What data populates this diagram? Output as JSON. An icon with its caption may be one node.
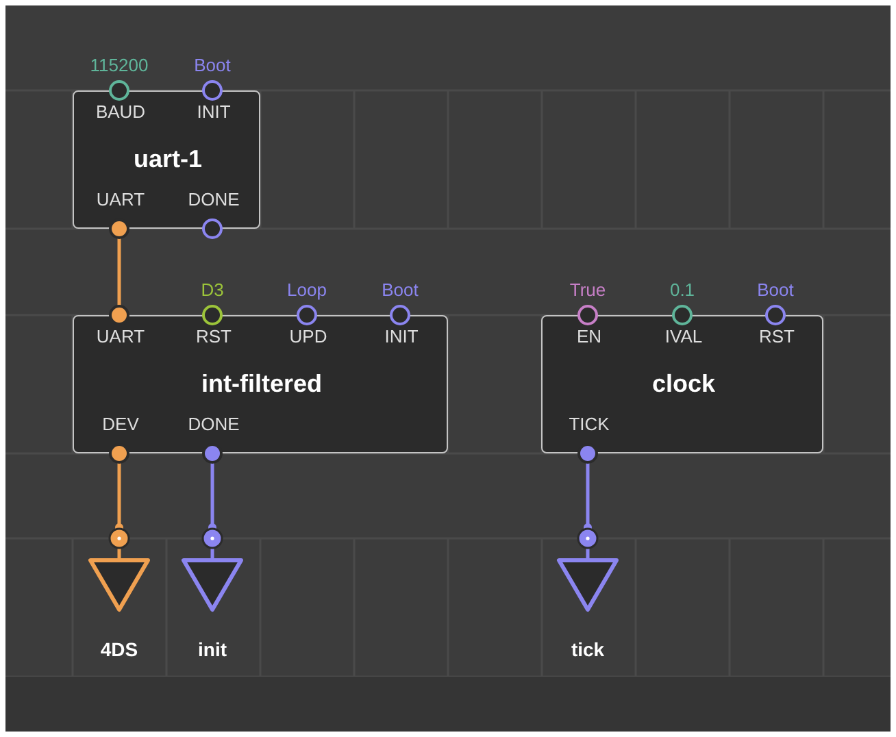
{
  "diagram": {
    "nodes": [
      {
        "text": [
          "BAUD",
          "INIT",
          "uart-1",
          "UART",
          "DONE"
        ],
        "beside": [
          "115200",
          "Boot"
        ]
      },
      {
        "text": [
          "UART",
          "RST",
          "UPD",
          "INIT",
          "int-filtered",
          "DEV",
          "DONE"
        ],
        "beside": [
          "D3",
          "Loop",
          "Boot"
        ]
      },
      {
        "text": [
          "EN",
          "IVAL",
          "RST",
          "clock",
          "TICK"
        ],
        "beside": [
          "True",
          "0.1",
          "Boot"
        ]
      },
      {
        "text": [
          "4DS"
        ]
      },
      {
        "text": [
          "init"
        ]
      },
      {
        "text": [
          "tick"
        ]
      }
    ],
    "edges": [
      {
        "from": 0,
        "to": 1,
        "arrow": "other",
        "color": "#f0a050"
      },
      {
        "from": 1,
        "to": 3,
        "arrow": "other",
        "color": "#f0a050"
      },
      {
        "from": 1,
        "to": 4,
        "arrow": "other",
        "color": "#8b85f0"
      },
      {
        "from": 2,
        "to": 5,
        "arrow": "other",
        "color": "#8b85f0"
      }
    ]
  }
}
